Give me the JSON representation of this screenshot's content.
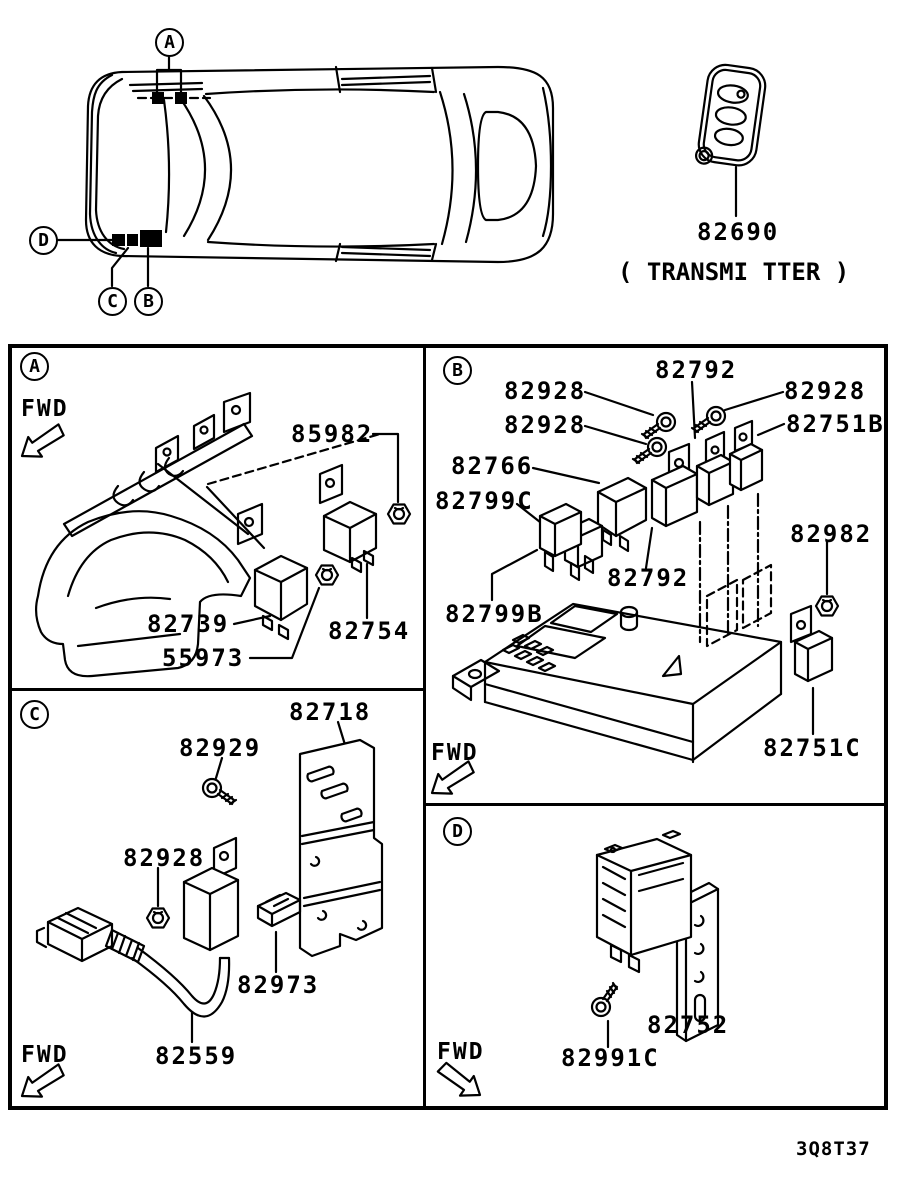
{
  "colors": {
    "ink": "#000000",
    "paper": "#ffffff"
  },
  "top_view": {
    "callouts": {
      "a": "A",
      "b": "B",
      "c": "C",
      "d": "D"
    }
  },
  "transmitter": {
    "part_number": "82690",
    "caption": "( TRANSMI TTER )"
  },
  "panel_a": {
    "letter": "A",
    "fwd_label": "FWD",
    "parts": {
      "p85982": "85982",
      "p82739": "82739",
      "p55973": "55973",
      "p82754": "82754"
    }
  },
  "panel_b": {
    "letter": "B",
    "fwd_label": "FWD",
    "parts": {
      "p82928_1": "82928",
      "p82792_top": "82792",
      "p82928_2": "82928",
      "p82751b": "82751B",
      "p82928_3": "82928",
      "p82766": "82766",
      "p82799c": "82799C",
      "p82982": "82982",
      "p82792_mid": "82792",
      "p82799b": "82799B",
      "p82751c": "82751C"
    }
  },
  "panel_c": {
    "letter": "C",
    "fwd_label": "FWD",
    "parts": {
      "p82718": "82718",
      "p82929": "82929",
      "p82928": "82928",
      "p82973": "82973",
      "p82559": "82559"
    }
  },
  "panel_d": {
    "letter": "D",
    "fwd_label": "FWD",
    "parts": {
      "p82752": "82752",
      "p82991c": "82991C"
    }
  },
  "footer": {
    "drawing_code": "3Q8T37"
  }
}
